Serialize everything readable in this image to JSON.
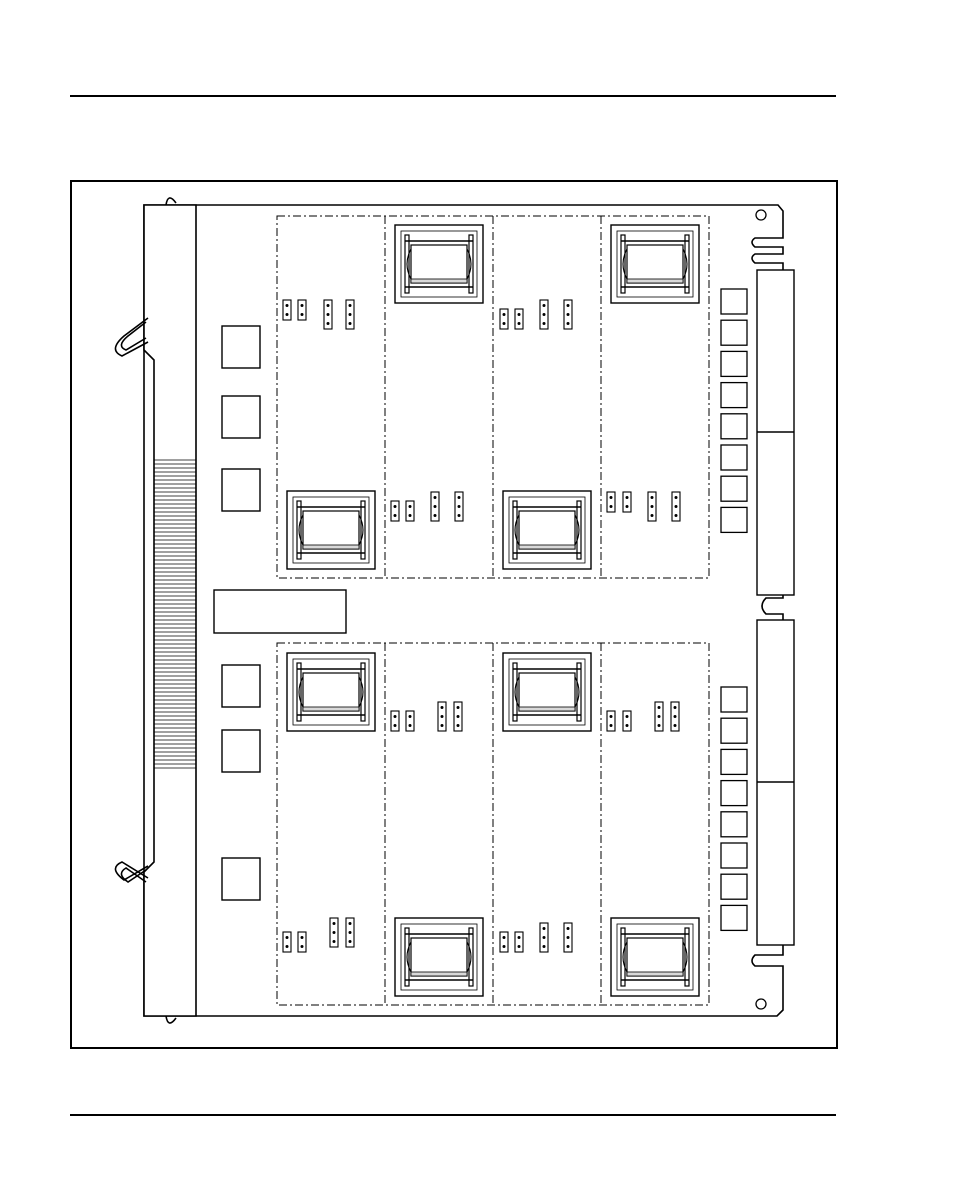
{
  "figure": {
    "title": "",
    "caption": "",
    "subject": "circuit-pack-board-outline",
    "line_color": "#000000",
    "background_color": "#ffffff",
    "shade_color": "#d9d9d9",
    "rows_of_blocks": 2,
    "blocks_per_row": 4,
    "faceplate_squares_left_upper": 3,
    "faceplate_squares_left_lower": 3,
    "edge_squares_right_upper": 8,
    "edge_squares_right_lower": 8,
    "label_box_text": ""
  }
}
